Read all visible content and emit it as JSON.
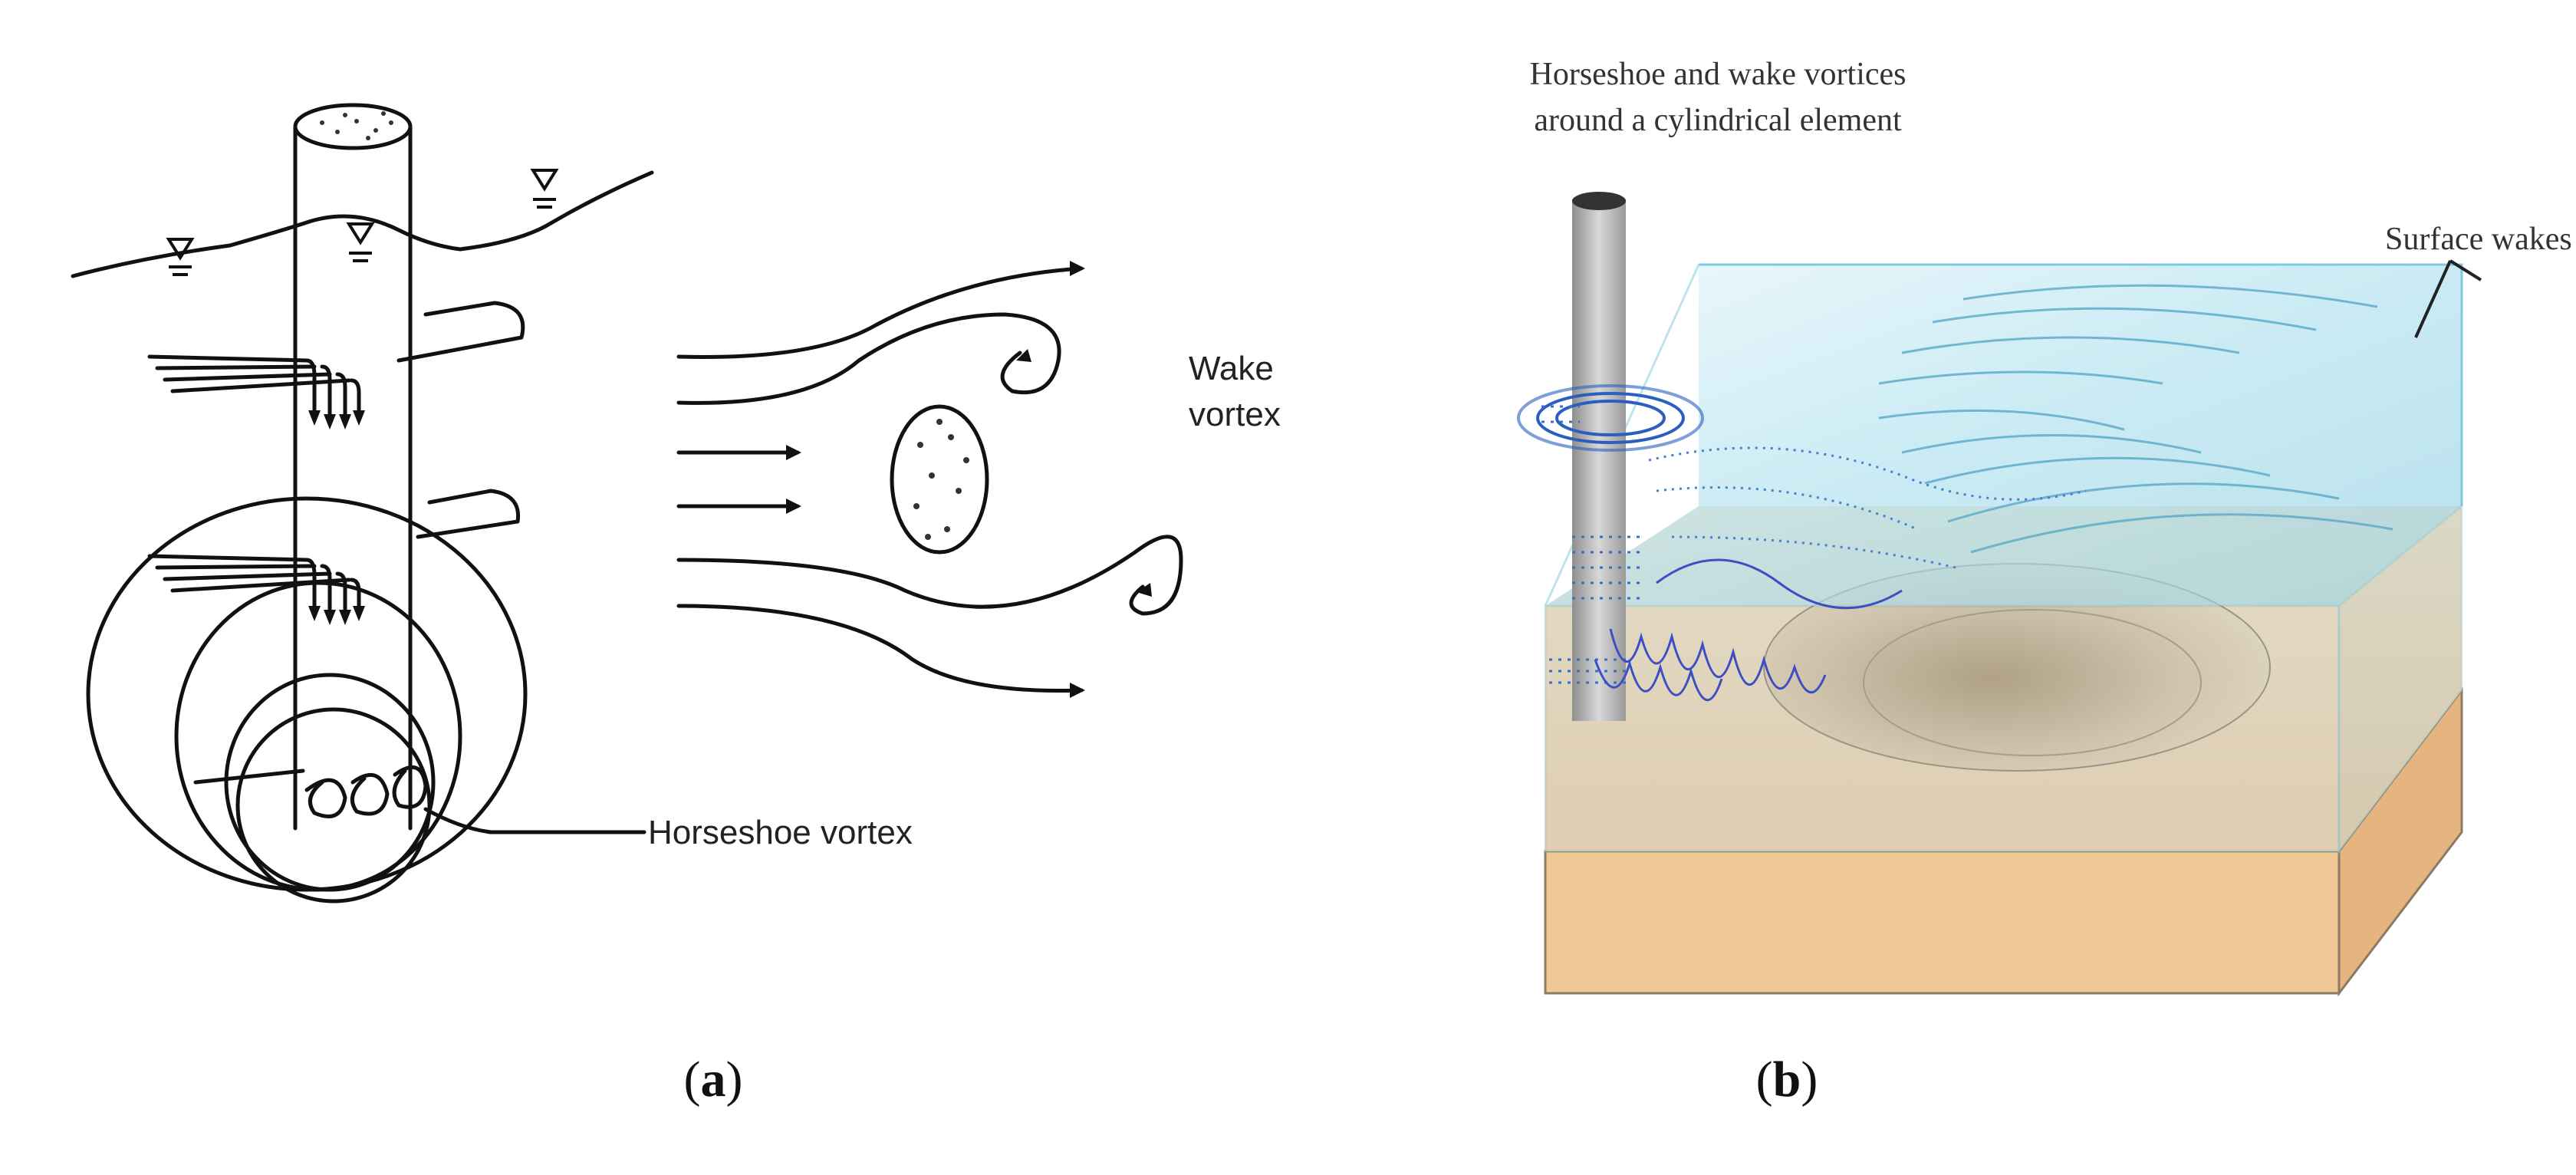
{
  "figure": {
    "panel_a": {
      "labels": {
        "wake_vortex_line1": "Wake",
        "wake_vortex_line2": "vortex",
        "horseshoe_vortex": "Horseshoe vortex"
      },
      "caption": {
        "open": "(",
        "letter": "a",
        "close": ")"
      }
    },
    "panel_b": {
      "labels": {
        "title_line1": "Horseshoe and wake vortices",
        "title_line2": "around a cylindrical element",
        "surface_wakes": "Surface wakes"
      },
      "caption": {
        "open": "(",
        "letter": "b",
        "close": ")"
      }
    }
  },
  "colors": {
    "line": "#111111",
    "water_top": "#aee0ef",
    "water_front": "#bfe4ee",
    "sand": "#f2c99a",
    "sand_dark": "#e2ae78",
    "scour_hole": "#b98a5a",
    "pile": "#bdbdbd",
    "vortex_blue": "#2a5fc0"
  }
}
